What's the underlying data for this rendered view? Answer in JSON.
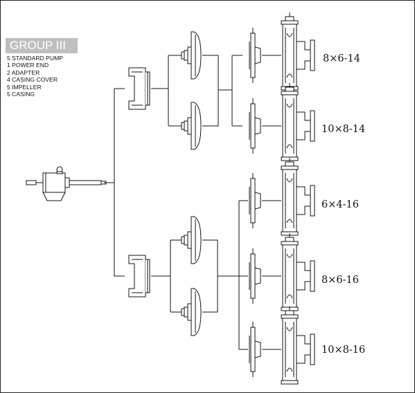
{
  "group": {
    "title": "GROUP III",
    "legend": [
      "5 STANDARD PUMP",
      "1 POWER END",
      "2 ADAPTER",
      "4 CASING COVER",
      "5 IMPELLER",
      "5 CASING"
    ]
  },
  "models": [
    "8×6-14",
    "10×8-14",
    "6×4-16",
    "8×6-16",
    "10×8-16"
  ]
}
